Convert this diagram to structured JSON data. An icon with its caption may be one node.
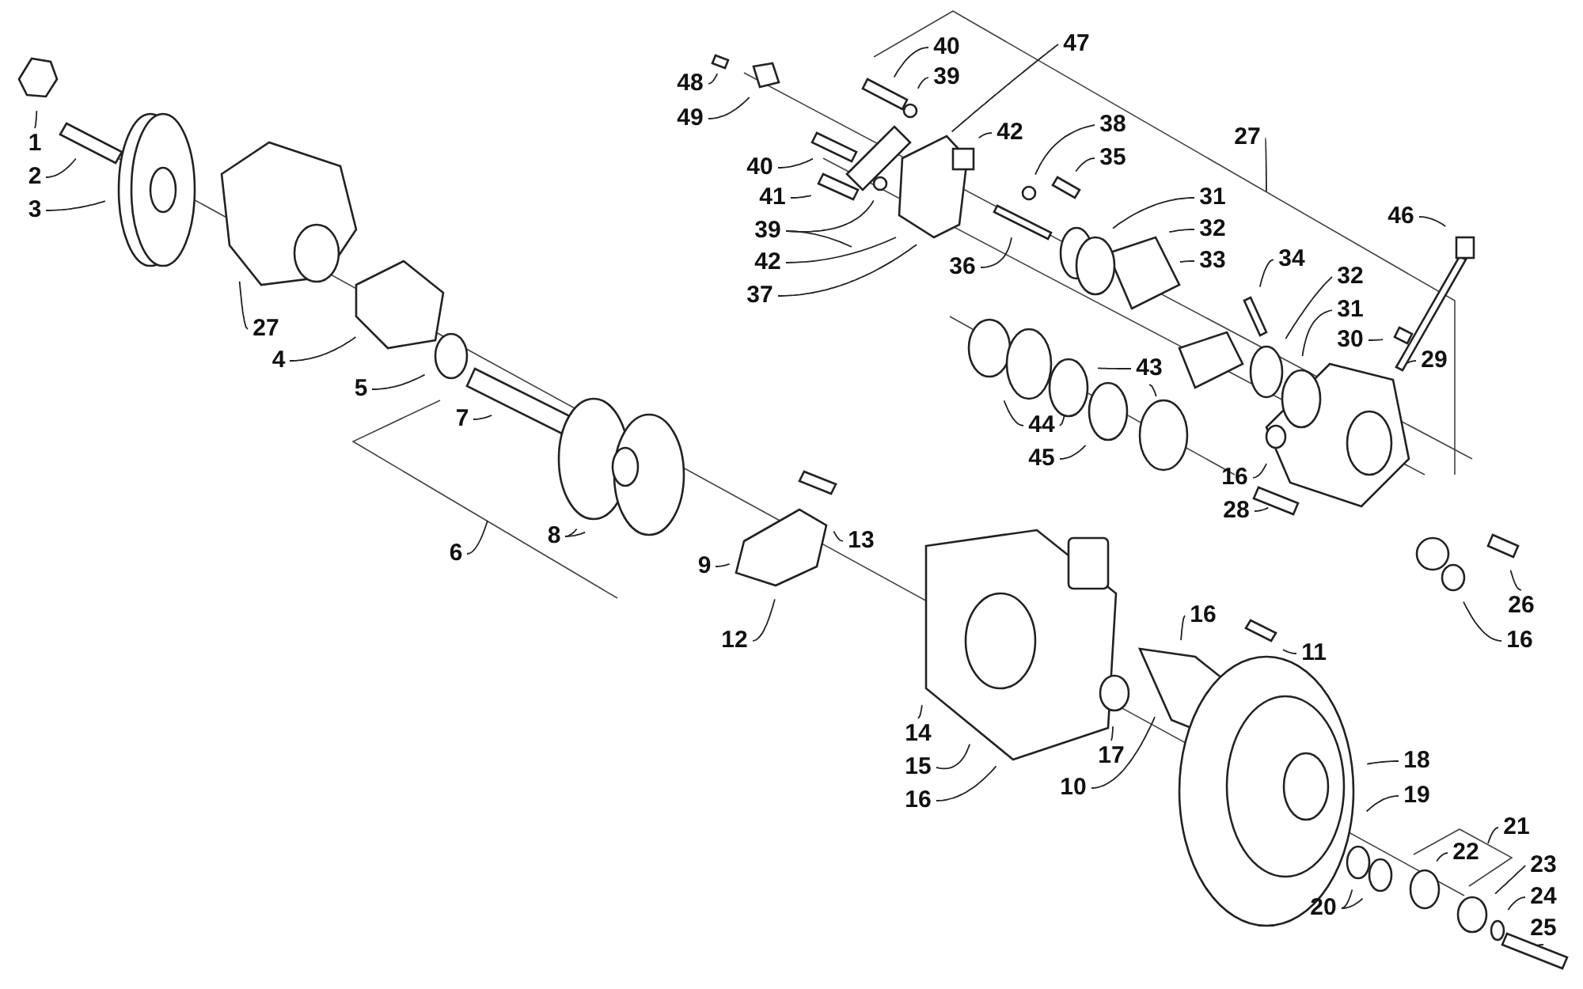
{
  "diagram": {
    "nodes": [
      {
        "text": [
          "1"
        ]
      },
      {
        "text": [
          "2"
        ]
      },
      {
        "text": [
          "3"
        ]
      },
      {
        "text": [
          "27"
        ]
      },
      {
        "text": [
          "4"
        ]
      },
      {
        "text": [
          "5"
        ]
      },
      {
        "text": [
          "7"
        ]
      },
      {
        "text": [
          "6"
        ]
      },
      {
        "text": [
          "8"
        ]
      },
      {
        "text": [
          "9"
        ]
      },
      {
        "text": [
          "13"
        ]
      },
      {
        "text": [
          "12"
        ]
      },
      {
        "text": [
          "14"
        ]
      },
      {
        "text": [
          "15"
        ]
      },
      {
        "text": [
          "16"
        ]
      },
      {
        "text": [
          "17"
        ]
      },
      {
        "text": [
          "10"
        ]
      },
      {
        "text": [
          "16"
        ]
      },
      {
        "text": [
          "11"
        ]
      },
      {
        "text": [
          "18"
        ]
      },
      {
        "text": [
          "19"
        ]
      },
      {
        "text": [
          "20"
        ]
      },
      {
        "text": [
          "21"
        ]
      },
      {
        "text": [
          "22"
        ]
      },
      {
        "text": [
          "23"
        ]
      },
      {
        "text": [
          "24"
        ]
      },
      {
        "text": [
          "25"
        ]
      },
      {
        "text": [
          "26"
        ]
      },
      {
        "text": [
          "16"
        ]
      },
      {
        "text": [
          "28"
        ]
      },
      {
        "text": [
          "16"
        ]
      },
      {
        "text": [
          "48"
        ]
      },
      {
        "text": [
          "49"
        ]
      },
      {
        "text": [
          "40"
        ]
      },
      {
        "text": [
          "39"
        ]
      },
      {
        "text": [
          "47"
        ]
      },
      {
        "text": [
          "42"
        ]
      },
      {
        "text": [
          "40"
        ]
      },
      {
        "text": [
          "41"
        ]
      },
      {
        "text": [
          "39"
        ]
      },
      {
        "text": [
          "42"
        ]
      },
      {
        "text": [
          "37"
        ]
      },
      {
        "text": [
          "38"
        ]
      },
      {
        "text": [
          "35"
        ]
      },
      {
        "text": [
          "36"
        ]
      },
      {
        "text": [
          "31"
        ]
      },
      {
        "text": [
          "32"
        ]
      },
      {
        "text": [
          "33"
        ]
      },
      {
        "text": [
          "34"
        ]
      },
      {
        "text": [
          "27"
        ]
      },
      {
        "text": [
          "46"
        ]
      },
      {
        "text": [
          "32"
        ]
      },
      {
        "text": [
          "31"
        ]
      },
      {
        "text": [
          "30"
        ]
      },
      {
        "text": [
          "29"
        ]
      },
      {
        "text": [
          "43"
        ]
      },
      {
        "text": [
          "44"
        ]
      },
      {
        "text": [
          "45"
        ]
      }
    ],
    "edges": [
      {
        "from": 0,
        "to": null,
        "arrow": "none"
      },
      {
        "from": 1,
        "to": null,
        "arrow": "none"
      },
      {
        "from": 2,
        "to": null,
        "arrow": "none"
      },
      {
        "from": 3,
        "to": null,
        "arrow": "none"
      },
      {
        "from": 4,
        "to": null,
        "arrow": "none"
      },
      {
        "from": 5,
        "to": null,
        "arrow": "none"
      },
      {
        "from": 6,
        "to": null,
        "arrow": "none"
      },
      {
        "from": 7,
        "to": null,
        "arrow": "none"
      },
      {
        "from": 8,
        "to": null,
        "arrow": "none"
      },
      {
        "from": 8,
        "to": null,
        "arrow": "none"
      },
      {
        "from": 9,
        "to": null,
        "arrow": "none"
      },
      {
        "from": 10,
        "to": null,
        "arrow": "none"
      },
      {
        "from": 11,
        "to": null,
        "arrow": "none"
      },
      {
        "from": 12,
        "to": null,
        "arrow": "none"
      },
      {
        "from": 13,
        "to": null,
        "arrow": "none"
      },
      {
        "from": 14,
        "to": null,
        "arrow": "none"
      },
      {
        "from": 15,
        "to": null,
        "arrow": "none"
      },
      {
        "from": 16,
        "to": null,
        "arrow": "none"
      },
      {
        "from": 17,
        "to": null,
        "arrow": "none"
      },
      {
        "from": 18,
        "to": null,
        "arrow": "none"
      },
      {
        "from": 19,
        "to": null,
        "arrow": "none"
      },
      {
        "from": 20,
        "to": null,
        "arrow": "none"
      },
      {
        "from": 21,
        "to": null,
        "arrow": "none"
      },
      {
        "from": 21,
        "to": null,
        "arrow": "none"
      },
      {
        "from": 22,
        "to": null,
        "arrow": "none"
      },
      {
        "from": 23,
        "to": null,
        "arrow": "none"
      },
      {
        "from": 24,
        "to": null,
        "arrow": "none"
      },
      {
        "from": 25,
        "to": null,
        "arrow": "none"
      },
      {
        "from": 26,
        "to": null,
        "arrow": "none"
      },
      {
        "from": 27,
        "to": null,
        "arrow": "none"
      },
      {
        "from": 28,
        "to": null,
        "arrow": "none"
      },
      {
        "from": 29,
        "to": null,
        "arrow": "none"
      },
      {
        "from": 30,
        "to": null,
        "arrow": "none"
      },
      {
        "from": 31,
        "to": null,
        "arrow": "none"
      },
      {
        "from": 32,
        "to": null,
        "arrow": "none"
      },
      {
        "from": 33,
        "to": null,
        "arrow": "none"
      },
      {
        "from": 34,
        "to": null,
        "arrow": "none"
      },
      {
        "from": 35,
        "to": null,
        "arrow": "none"
      },
      {
        "from": 36,
        "to": null,
        "arrow": "none"
      },
      {
        "from": 37,
        "to": null,
        "arrow": "none"
      },
      {
        "from": 38,
        "to": null,
        "arrow": "none"
      },
      {
        "from": 39,
        "to": null,
        "arrow": "none"
      },
      {
        "from": 39,
        "to": null,
        "arrow": "none"
      },
      {
        "from": 40,
        "to": null,
        "arrow": "none"
      },
      {
        "from": 41,
        "to": null,
        "arrow": "none"
      },
      {
        "from": 42,
        "to": null,
        "arrow": "none"
      },
      {
        "from": 43,
        "to": null,
        "arrow": "none"
      },
      {
        "from": 44,
        "to": null,
        "arrow": "none"
      },
      {
        "from": 45,
        "to": null,
        "arrow": "none"
      },
      {
        "from": 46,
        "to": null,
        "arrow": "none"
      },
      {
        "from": 47,
        "to": null,
        "arrow": "none"
      },
      {
        "from": 48,
        "to": null,
        "arrow": "none"
      },
      {
        "from": 49,
        "to": null,
        "arrow": "none"
      },
      {
        "from": 50,
        "to": null,
        "arrow": "none"
      },
      {
        "from": 51,
        "to": null,
        "arrow": "none"
      },
      {
        "from": 52,
        "to": null,
        "arrow": "none"
      },
      {
        "from": 53,
        "to": null,
        "arrow": "none"
      },
      {
        "from": 54,
        "to": null,
        "arrow": "none"
      },
      {
        "from": 55,
        "to": null,
        "arrow": "none"
      },
      {
        "from": 55,
        "to": null,
        "arrow": "none"
      },
      {
        "from": 56,
        "to": null,
        "arrow": "none"
      },
      {
        "from": 56,
        "to": null,
        "arrow": "none"
      },
      {
        "from": 57,
        "to": null,
        "arrow": "none"
      }
    ]
  }
}
